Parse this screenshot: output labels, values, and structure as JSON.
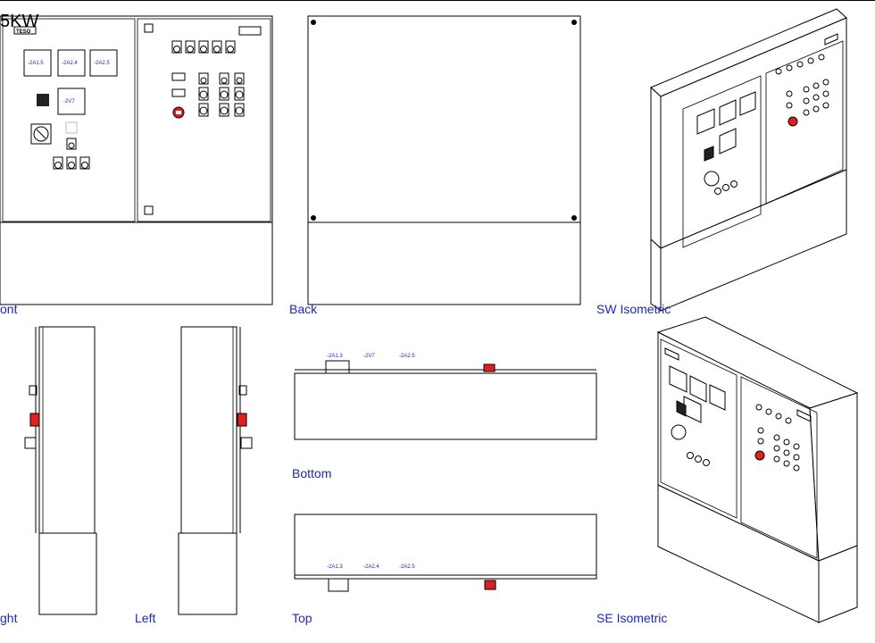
{
  "drawing": {
    "title": "5KW",
    "brand": "TESO",
    "accent_color": "#1e28b4",
    "estop_color": "#e02020"
  },
  "views": {
    "front": "ont",
    "back": "Back",
    "sw_iso": "SW Isometric",
    "right": "ght",
    "left": "Left",
    "bottom": "Bottom",
    "top": "Top",
    "se_iso": "SE Isometric"
  },
  "meters": {
    "m1": "-2A1.5",
    "m2": "-2A2.4",
    "m3": "-2A2.5",
    "m4": "-2V7",
    "m_top1": "-2A1.3"
  }
}
